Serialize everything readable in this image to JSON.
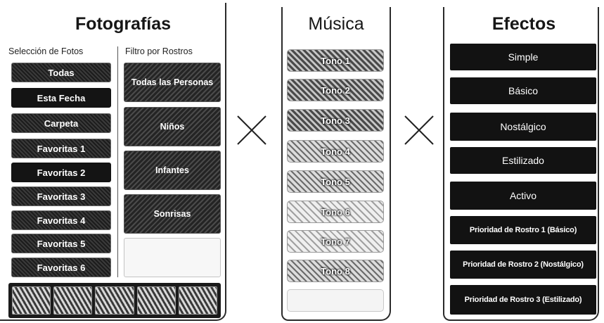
{
  "panels": {
    "fotografias": {
      "title": "Fotografías",
      "seleccion_heading": "Selección de Fotos",
      "filtro_heading": "Filtro por Rostros",
      "seleccion_items": [
        "Todas",
        "Esta Fecha",
        "Carpeta",
        "Favoritas 1",
        "Favoritas 2",
        "Favoritas 3",
        "Favoritas 4",
        "Favoritas 5",
        "Favoritas 6"
      ],
      "filtro_items": [
        "Todas las Personas",
        "Niños",
        "Infantes",
        "Sonrisas",
        ""
      ],
      "thumbnails": [
        "thumbnail-1",
        "thumbnail-2",
        "thumbnail-3",
        "thumbnail-4",
        "thumbnail-5"
      ]
    },
    "musica": {
      "title": "Música",
      "tonos": [
        "Tono 1",
        "Tono 2",
        "Tono 3",
        "Tono 4",
        "Tono 5",
        "Tono 6",
        "Tono 7",
        "Tono 8",
        ""
      ]
    },
    "efectos": {
      "title": "Efectos",
      "items": [
        "Simple",
        "Básico",
        "Nostálgico",
        "Estilizado",
        "Activo",
        "Prioridad de Rostro 1 (Básico)",
        "Prioridad de Rostro 2 (Nostálgico)",
        "Prioridad de Rostro 3 (Estilizado)"
      ]
    }
  },
  "icons": {
    "combine_1": "cross-icon",
    "combine_2": "cross-icon"
  },
  "colors": {
    "button_dark": "#141414",
    "border": "#2a2a2a",
    "text_light": "#ffffff"
  }
}
